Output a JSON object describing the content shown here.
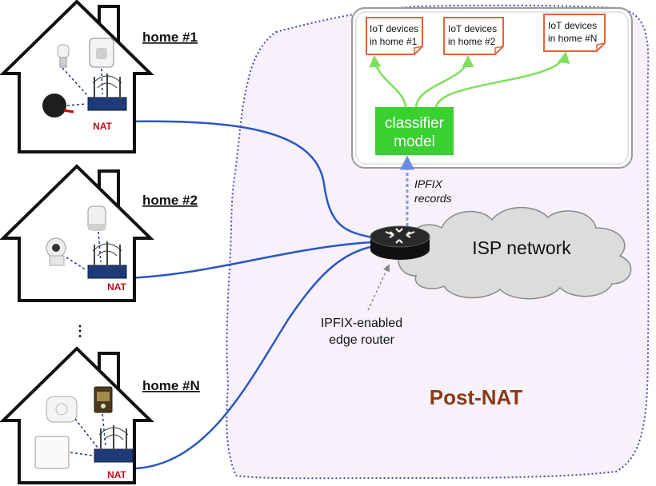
{
  "homes": [
    {
      "label": "home #1",
      "nat": "NAT"
    },
    {
      "label": "home #2",
      "nat": "NAT"
    },
    {
      "label": "home #N",
      "nat": "NAT"
    }
  ],
  "ellipsis": "⋮",
  "iot_boxes": [
    {
      "line1": "IoT devices",
      "line2": "in home #1"
    },
    {
      "line1": "IoT devices",
      "line2": "in home #2"
    },
    {
      "line1": "IoT devices",
      "line2": "in home #N"
    }
  ],
  "classifier": {
    "line1": "classifier",
    "line2": "model",
    "color": "#39d130"
  },
  "ipfix_records": {
    "line1": "IPFIX",
    "line2": "records"
  },
  "isp_network": "ISP network",
  "edge_router": {
    "line1": "IPFIX-enabled",
    "line2": "edge router"
  },
  "region_label": "Post-NAT",
  "colors": {
    "link": "#2a56c6",
    "region_border": "#4a47b6",
    "region_fill": "#f6f1fa",
    "nat_text": "#c0101a",
    "iot_border": "#e0643a",
    "arrow_green": "#7ee05a",
    "post_nat_text": "#8b3a14"
  }
}
